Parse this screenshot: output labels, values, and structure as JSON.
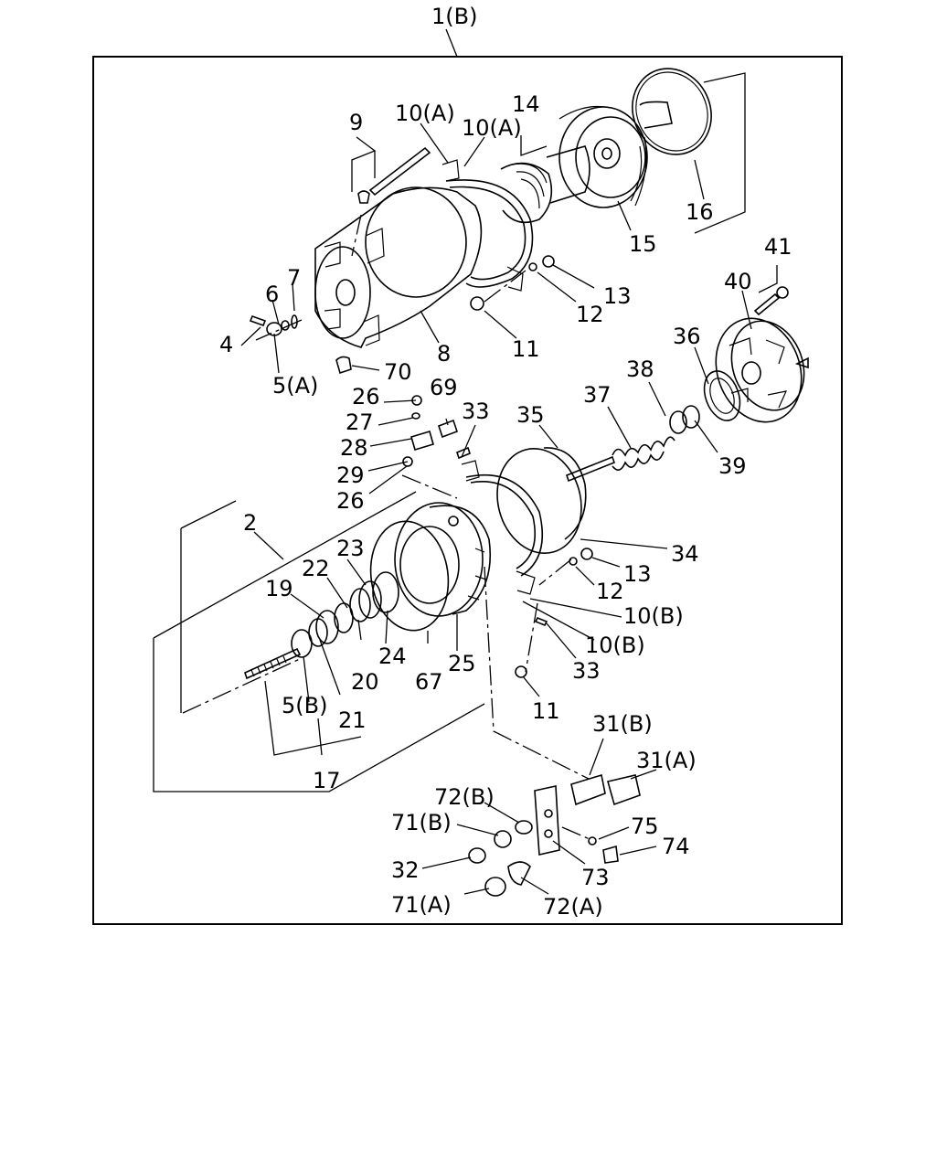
{
  "diagram": {
    "callouts": {
      "c1B": "1(B)",
      "c2": "2",
      "c4": "4",
      "c5A": "5(A)",
      "c5B": "5(B)",
      "c6": "6",
      "c7": "7",
      "c8": "8",
      "c9": "9",
      "c10A1": "10(A)",
      "c10A2": "10(A)",
      "c10B1": "10(B)",
      "c10B2": "10(B)",
      "c11a": "11",
      "c11b": "11",
      "c12a": "12",
      "c12b": "12",
      "c13a": "13",
      "c13b": "13",
      "c14": "14",
      "c15": "15",
      "c16": "16",
      "c17": "17",
      "c19": "19",
      "c20": "20",
      "c21": "21",
      "c22": "22",
      "c23": "23",
      "c24": "24",
      "c25": "25",
      "c26a": "26",
      "c26b": "26",
      "c27": "27",
      "c28": "28",
      "c29": "29",
      "c31A": "31(A)",
      "c31B": "31(B)",
      "c32": "32",
      "c33a": "33",
      "c33b": "33",
      "c34": "34",
      "c35": "35",
      "c36": "36",
      "c37": "37",
      "c38": "38",
      "c39": "39",
      "c40": "40",
      "c41": "41",
      "c67": "67",
      "c69": "69",
      "c70": "70",
      "c71A": "71(A)",
      "c71B": "71(B)",
      "c72A": "72(A)",
      "c72B": "72(B)",
      "c73": "73",
      "c74": "74",
      "c75": "75"
    }
  }
}
